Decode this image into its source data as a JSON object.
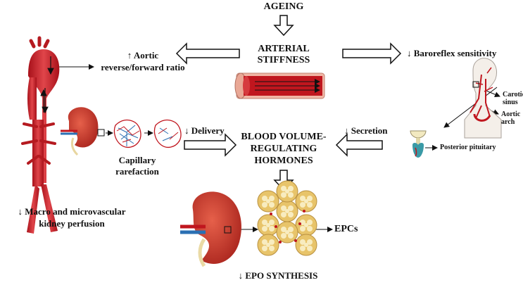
{
  "labels": {
    "ageing": "AGEING",
    "arterial_stiffness_1": "ARTERIAL",
    "arterial_stiffness_2": "STIFFNESS",
    "aortic_ratio_1": "↑ Aortic",
    "aortic_ratio_2": "reverse/forward ratio",
    "baroreflex": "↓ Baroreflex sensitivity",
    "carotid_1": "Carotid",
    "carotid_2": "sinus",
    "aortic_arch_1": "Aortic",
    "aortic_arch_2": "arch",
    "posterior_pituitary": "Posterior pituitary",
    "delivery": "↓ Delivery",
    "secretion": "↓ Secretion",
    "blood_volume_1": "BLOOD VOLUME-",
    "blood_volume_2": "REGULATING",
    "blood_volume_3": "HORMONES",
    "capillary_1": "Capillary",
    "capillary_2": "rarefaction",
    "kidney_perfusion_1": "↓ Macro and microvascular",
    "kidney_perfusion_2": "kidney perfusion",
    "epcs": "EPCs",
    "epo_synthesis": "↓ EPO SYNTHESIS"
  },
  "icons": [
    "aorta-illustration",
    "kidney-icon",
    "capillary-icon",
    "artery-cross-section-icon",
    "head-neck-vasculature-icon",
    "pituitary-icon",
    "bone-marrow-icon",
    "hollow-arrow-icon"
  ],
  "colors": {
    "artery_red": "#c0161e",
    "tissue_pink": "#f2b7a4",
    "marrow_yellow": "#e8c46a",
    "vein_blue": "#2a6fb3"
  }
}
